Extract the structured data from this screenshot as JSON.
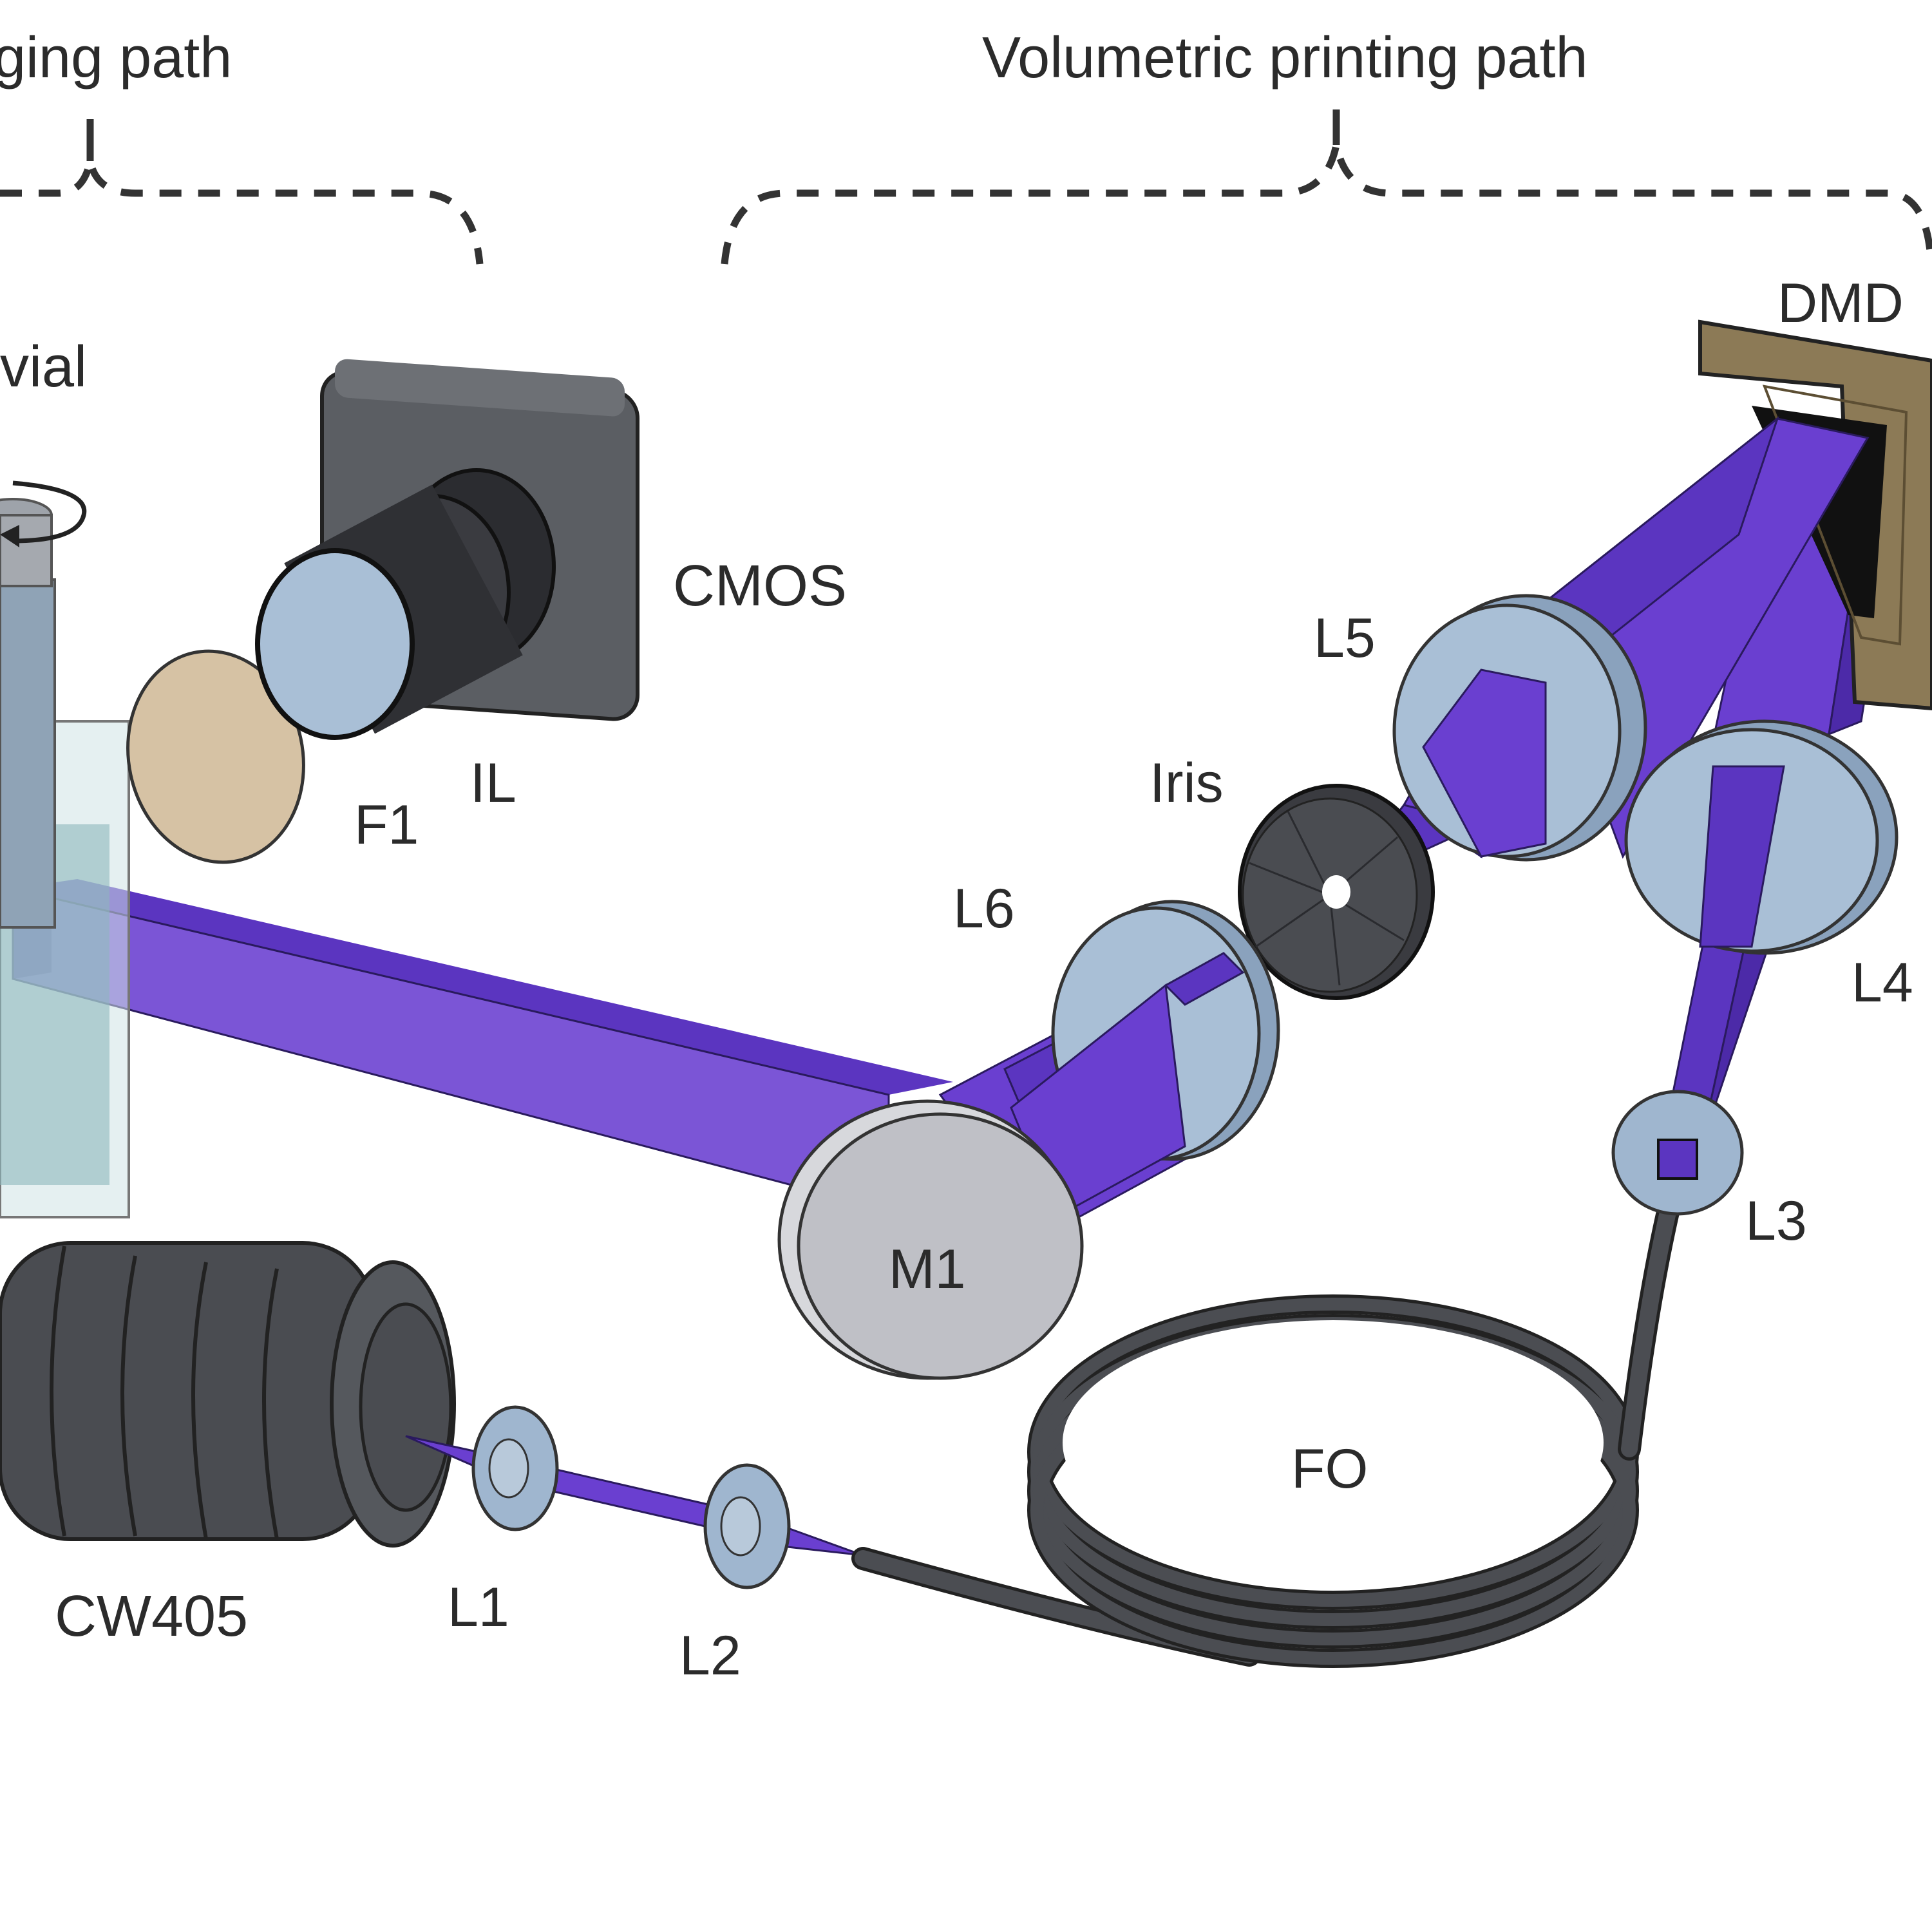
{
  "diagram": {
    "path_labels": {
      "imaging": "ging path",
      "printing": "Volumetric printing path"
    },
    "components": {
      "vial": "vial",
      "cmos": "CMOS",
      "imaging_lens": "IL",
      "filter": "F1",
      "laser": "CW405",
      "lens_1": "L1",
      "lens_2": "L2",
      "lens_3": "L3",
      "lens_4": "L4",
      "lens_5": "L5",
      "lens_6": "L6",
      "iris": "Iris",
      "mirror": "M1",
      "fiber": "FO",
      "dmd": "DMD"
    },
    "colors": {
      "beam": "#6a3fd0",
      "beam_dark": "#4c2aa8",
      "lens": "#9fb6cf",
      "camera_body": "#4a4d52",
      "filter": "#d6c2a4",
      "dmd_frame": "#8c7a56",
      "mirror": "#bfc0c6",
      "fiber": "#3e4045"
    }
  }
}
